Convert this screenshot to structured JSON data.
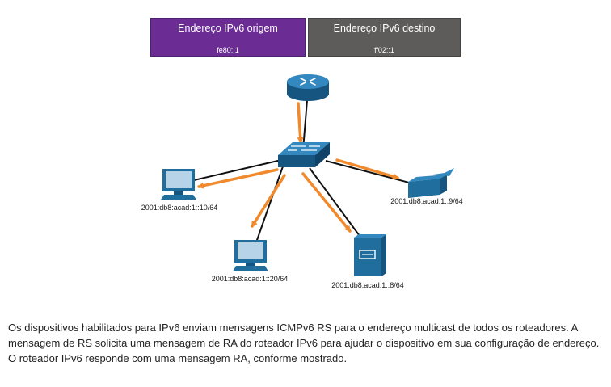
{
  "header": {
    "source": {
      "title": "Endereço IPv6 origem",
      "value": "fe80::1"
    },
    "destination": {
      "title": "Endereço IPv6 destino",
      "value": "ff02::1"
    }
  },
  "devices": {
    "pc_left": "2001:db8:acad:1::10/64",
    "pc_bottom": "2001:db8:acad:1::20/64",
    "server": "2001:db8:acad:1::8/64",
    "printer": "2001:db8:acad:1::9/64"
  },
  "colors": {
    "arrow": "#f08a2c",
    "device_blue": "#1f6e9e",
    "source_box": "#6b2d94",
    "destination_box": "#5e5c5b"
  },
  "caption": "Os dispositivos habilitados para IPv6 enviam mensagens ICMPv6 RS para o endereço multicast de todos os roteadores. A mensagem de RS solicita uma mensagem de RA do roteador IPv6 para ajudar o dispositivo em sua configuração de endereço. O roteador IPv6 responde com uma mensagem RA, conforme mostrado."
}
